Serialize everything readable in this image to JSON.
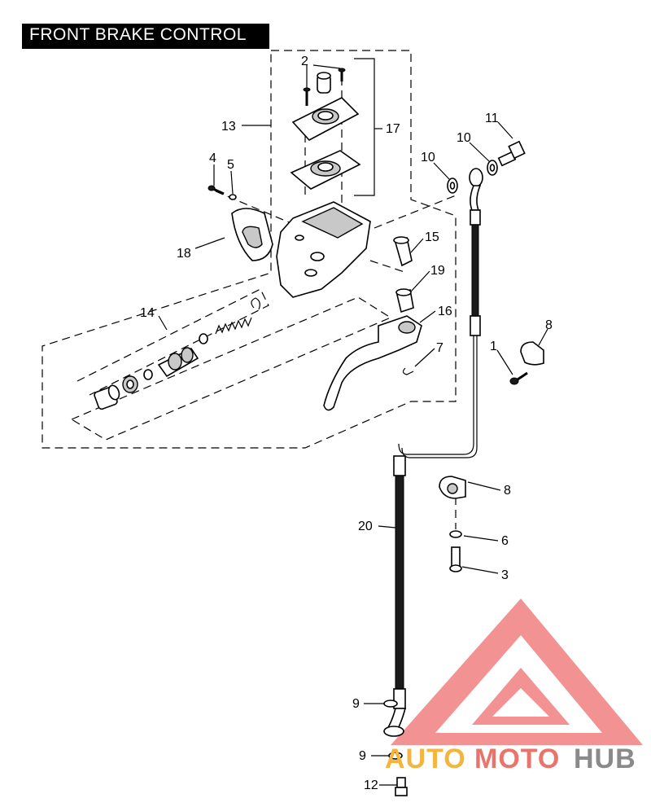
{
  "title": "FRONT BRAKE CONTROL",
  "callouts": {
    "c1": "1",
    "c2": "2",
    "c3": "3",
    "c4": "4",
    "c5": "5",
    "c6": "6",
    "c7": "7",
    "c8a": "8",
    "c8b": "8",
    "c9a": "9",
    "c9b": "9",
    "c10a": "10",
    "c10b": "10",
    "c11": "11",
    "c12": "12",
    "c13": "13",
    "c14": "14",
    "c15": "15",
    "c16": "16",
    "c17": "17",
    "c18": "18",
    "c19": "19",
    "c20": "20"
  },
  "watermark": {
    "part1": "AUTO",
    "part2": "MOTO",
    "part3": "HUB",
    "colors": {
      "orange": "#f5b43c",
      "red": "#e8746c",
      "gray": "#8a8a8a"
    }
  }
}
